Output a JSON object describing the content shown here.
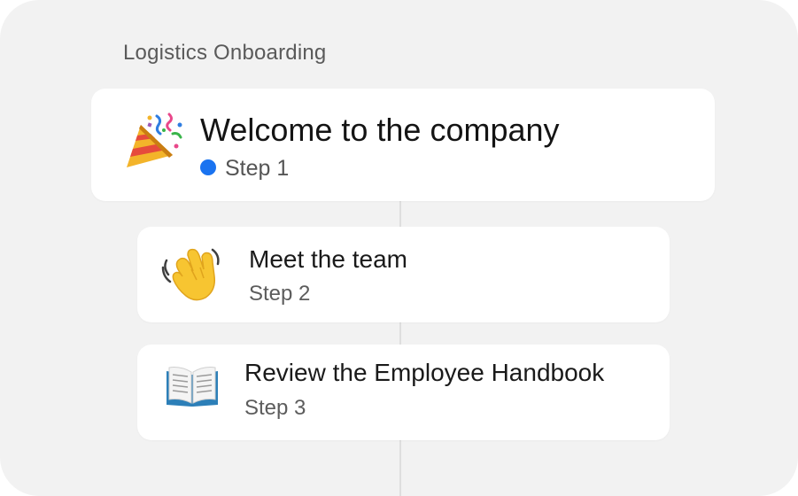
{
  "section": {
    "title": "Logistics Onboarding"
  },
  "steps": [
    {
      "icon": "party-popper-icon",
      "title": "Welcome to the company",
      "step_label": "Step 1",
      "status_color": "#1a73f0"
    },
    {
      "icon": "waving-hand-icon",
      "title": "Meet the team",
      "step_label": "Step 2"
    },
    {
      "icon": "open-book-icon",
      "title": "Review the Employee Handbook",
      "step_label": "Step 3"
    }
  ],
  "colors": {
    "background": "#f2f2f2",
    "card": "#ffffff",
    "connector": "#dedede",
    "accent": "#1a73f0"
  }
}
